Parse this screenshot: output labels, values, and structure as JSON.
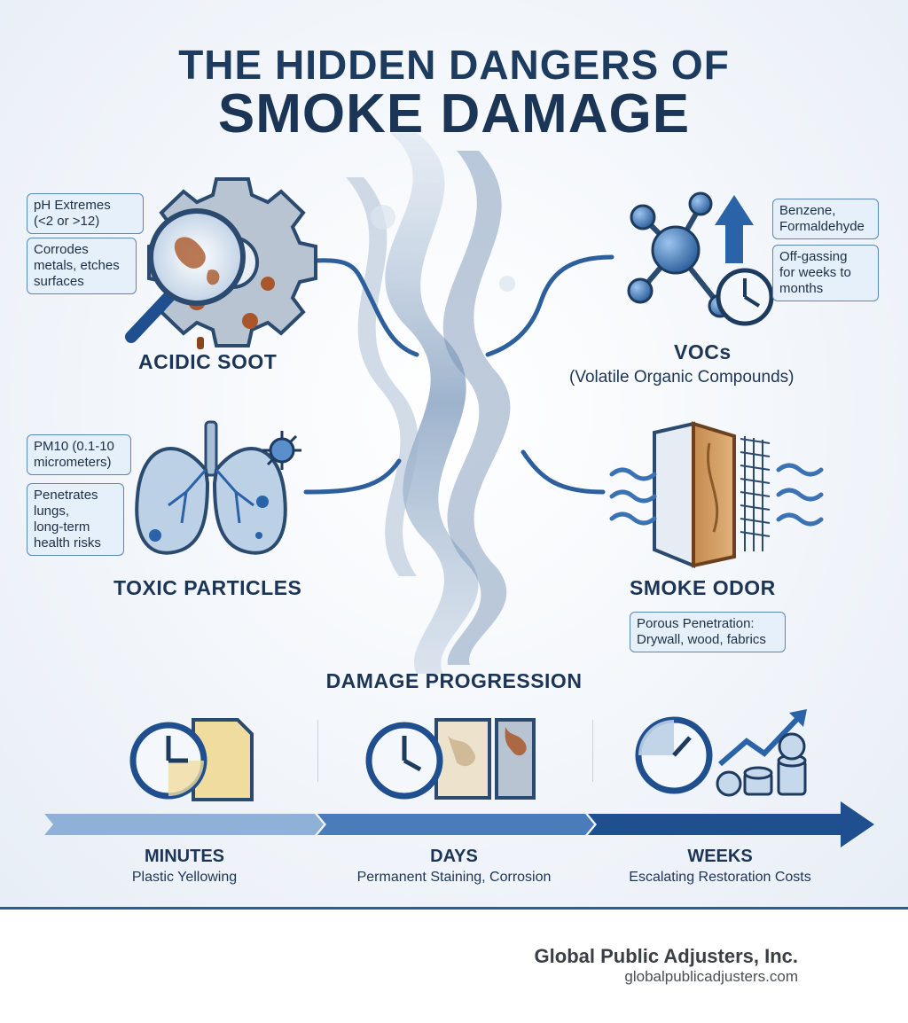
{
  "title": {
    "line1": "THE HIDDEN DANGERS OF",
    "line2": "SMOKE DAMAGE"
  },
  "hazards": {
    "acidic_soot": {
      "label": "ACIDIC SOOT",
      "callouts": [
        "pH Extremes\n(<2 or >12)",
        "Corrodes\nmetals, etches\nsurfaces"
      ],
      "icon": "magnifier-gear-icon"
    },
    "vocs": {
      "label": "VOCs",
      "sublabel": "(Volatile Organic Compounds)",
      "callouts": [
        "Benzene,\nFormaldehyde",
        "Off-gassing\nfor weeks to\nmonths"
      ],
      "icon": "molecule-clock-icon"
    },
    "toxic_particles": {
      "label": "TOXIC PARTICLES",
      "callouts": [
        "PM10 (0.1-10\nmicrometers)",
        "Penetrates\nlungs,\nlong-term\nhealth risks"
      ],
      "icon": "lungs-icon"
    },
    "smoke_odor": {
      "label": "SMOKE ODOR",
      "callouts": [
        "Porous Penetration:\nDrywall, wood, fabrics"
      ],
      "icon": "porous-materials-icon"
    }
  },
  "progression": {
    "title": "DAMAGE PROGRESSION",
    "stages": [
      {
        "title": "MINUTES",
        "desc": "Plastic Yellowing",
        "icon": "clock-plastic-icon"
      },
      {
        "title": "DAYS",
        "desc": "Permanent Staining, Corrosion",
        "icon": "clock-stained-panels-icon"
      },
      {
        "title": "WEEKS",
        "desc": "Escalating Restoration Costs",
        "icon": "clock-coins-icon"
      }
    ]
  },
  "footer": {
    "company": "Global Public Adjusters, Inc.",
    "website": "globalpublicadjusters.com",
    "logo": "house-flame-droplet-logo"
  },
  "colors": {
    "navy": "#1c3556",
    "blue": "#2a5d9a",
    "callout_bg": "#e6f0fb",
    "rust": "#a9572a"
  }
}
